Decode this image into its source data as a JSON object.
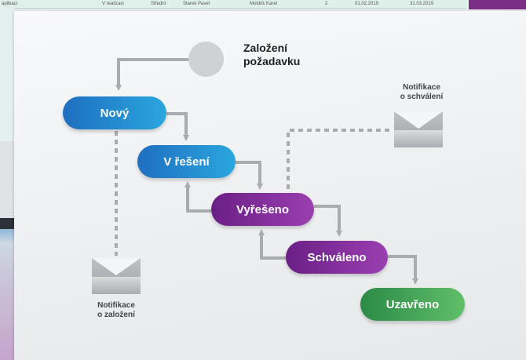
{
  "background": {
    "table_row": [
      "aplikaci",
      "V realizaci",
      "Střední",
      "Starek Pavel",
      "Moldrik Karel",
      "2",
      "01.02.2019",
      "31.03.2019"
    ]
  },
  "diagram": {
    "start": {
      "label_line1": "Založení",
      "label_line2": "požadavku"
    },
    "nodes": {
      "novy": "Nový",
      "v_reseni": "V řešení",
      "vyreseno": "Vyřešeno",
      "schvaleno": "Schváleno",
      "uzavreno": "Uzavřeno"
    },
    "notifications": {
      "approval": {
        "line1": "Notifikace",
        "line2": "o schválení"
      },
      "creation": {
        "line1": "Notifikace",
        "line2": "o založení"
      }
    },
    "colors": {
      "blue": "#1f6fc0",
      "purple": "#7a2e8e",
      "green": "#3aa356",
      "connector": "#a9acaf"
    }
  }
}
